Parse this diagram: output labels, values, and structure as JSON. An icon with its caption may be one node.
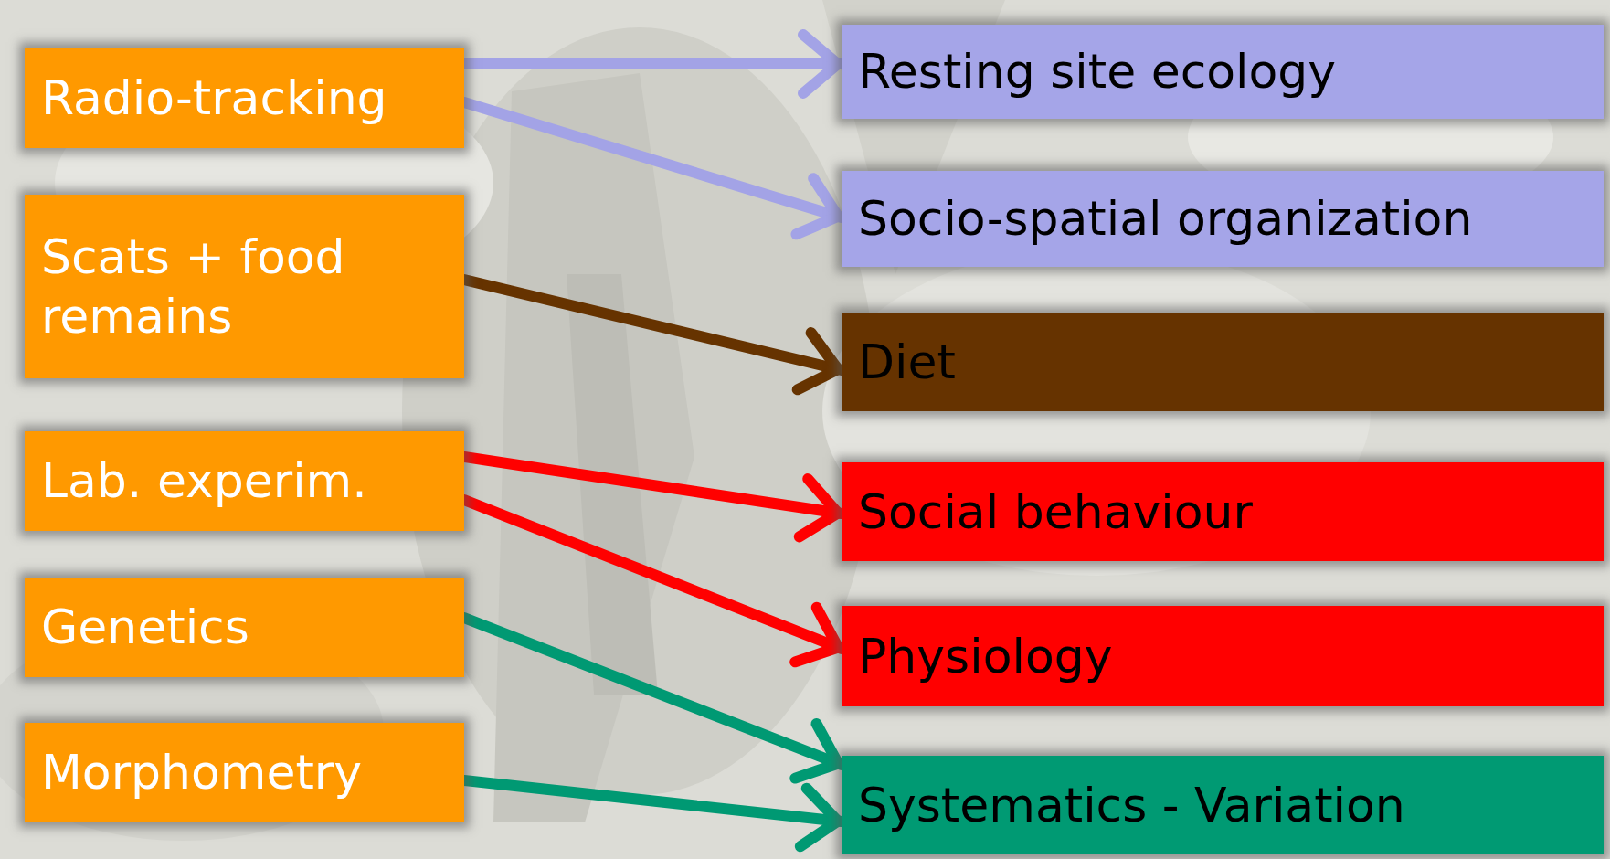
{
  "diagram": {
    "nodes": [
      {
        "text": [
          "Radio-tracking"
        ]
      },
      {
        "text": [
          "Scats + food remains"
        ]
      },
      {
        "text": [
          "Lab. experim."
        ]
      },
      {
        "text": [
          "Genetics"
        ]
      },
      {
        "text": [
          "Morphometry"
        ]
      },
      {
        "text": [
          "Resting site ecology"
        ]
      },
      {
        "text": [
          "Socio-spatial organization"
        ]
      },
      {
        "text": [
          "Diet"
        ]
      },
      {
        "text": [
          "Social behaviour"
        ]
      },
      {
        "text": [
          "Physiology"
        ]
      },
      {
        "text": [
          "Systematics - Variation"
        ]
      }
    ],
    "edges": [
      {
        "from": 0,
        "to": 5,
        "arrow": "to",
        "color": "#a3a3e6"
      },
      {
        "from": 0,
        "to": 6,
        "arrow": "to",
        "color": "#a3a3e6"
      },
      {
        "from": 1,
        "to": 7,
        "arrow": "to",
        "color": "#663300"
      },
      {
        "from": 2,
        "to": 8,
        "arrow": "to",
        "color": "#ff0000"
      },
      {
        "from": 2,
        "to": 9,
        "arrow": "to",
        "color": "#ff0000"
      },
      {
        "from": 3,
        "to": 10,
        "arrow": "to",
        "color": "#009973"
      },
      {
        "from": 4,
        "to": 10,
        "arrow": "to",
        "color": "#009973"
      }
    ]
  }
}
